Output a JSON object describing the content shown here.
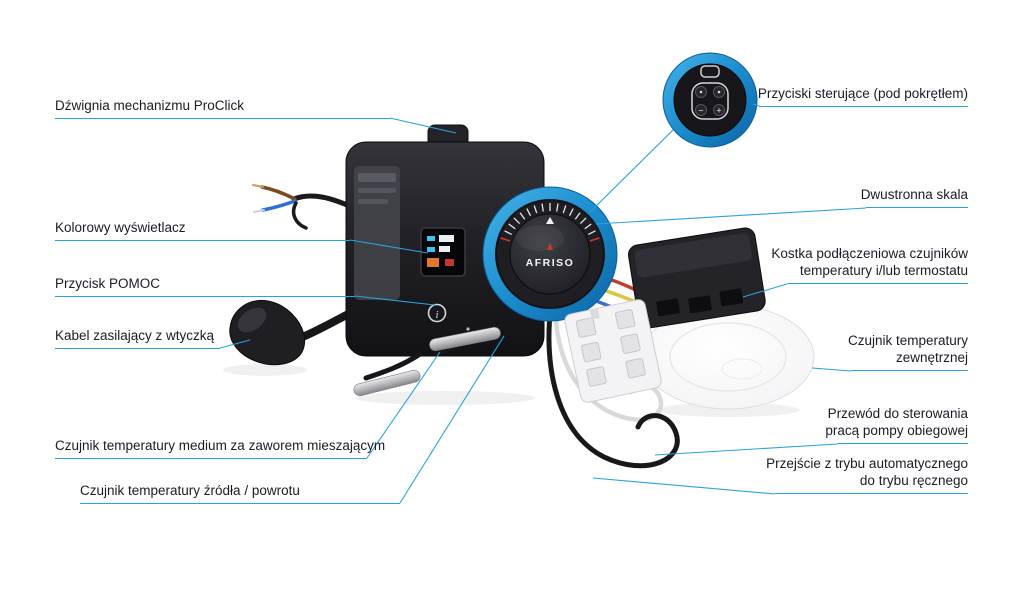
{
  "diagram": {
    "device_brand": "AFRISO",
    "labels": {
      "left": [
        {
          "text": "Dźwignia mechanizmu ProClick"
        },
        {
          "text": "Kolorowy wyświetlacz"
        },
        {
          "text": "Przycisk POMOC"
        },
        {
          "text": "Kabel zasilający z wtyczką"
        },
        {
          "text": "Czujnik temperatury medium za zaworem mieszającym"
        },
        {
          "text": "Czujnik temperatury źródła / powrotu"
        }
      ],
      "right": [
        {
          "lines": [
            "Przyciski sterujące (pod pokrętłem)",
            ""
          ]
        },
        {
          "lines": [
            "Dwustronna skala",
            ""
          ]
        },
        {
          "lines": [
            "Kostka podłączeniowa czujników",
            "temperatury i/lub termostatu"
          ]
        },
        {
          "lines": [
            "Czujnik temperatury",
            "zewnętrznej"
          ]
        },
        {
          "lines": [
            "Przewód do sterowania",
            "pracą pompy obiegowej"
          ]
        },
        {
          "lines": [
            "Przejście z trybu automatycznego",
            "do trybu ręcznego"
          ]
        }
      ]
    },
    "icons": {
      "info": "i",
      "plus": "+",
      "minus": "−"
    },
    "colors": {
      "background": "#ffffff",
      "accent_line": "#29a3e0",
      "label_text": "#1b1b26",
      "dial_blue": "#1b8ccd",
      "device_black": "#1f1f24",
      "logo_red": "#d2352b"
    }
  }
}
